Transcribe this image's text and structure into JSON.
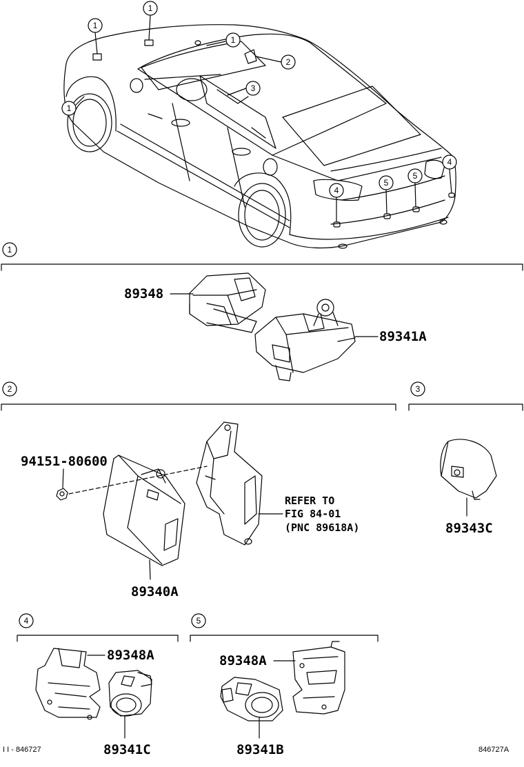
{
  "callouts": {
    "roof_front": "1",
    "roof_rear": "1",
    "mirror": "1",
    "wheel_front": "1",
    "cabin_rear": "2",
    "cabin_front": "3",
    "rear_right": "4",
    "rear_left": "4",
    "bumper_left": "5",
    "bumper_right": "5"
  },
  "sections": {
    "s1": "1",
    "s2": "2",
    "s3": "3",
    "s4": "4",
    "s5": "5"
  },
  "parts": {
    "p89348": "89348",
    "p89341a": "89341A",
    "p94151": "94151-80600",
    "p89340a": "89340A",
    "p89343c": "89343C",
    "p89348a_left": "89348A",
    "p89341c": "89341C",
    "p89348a_right": "89348A",
    "p89341b": "89341B"
  },
  "note": {
    "line1": "REFER TO",
    "line2": "FIG 84-01",
    "line3": "(PNC 89618A)"
  },
  "footer": {
    "left": "I I - 846727",
    "right": "846727A"
  }
}
